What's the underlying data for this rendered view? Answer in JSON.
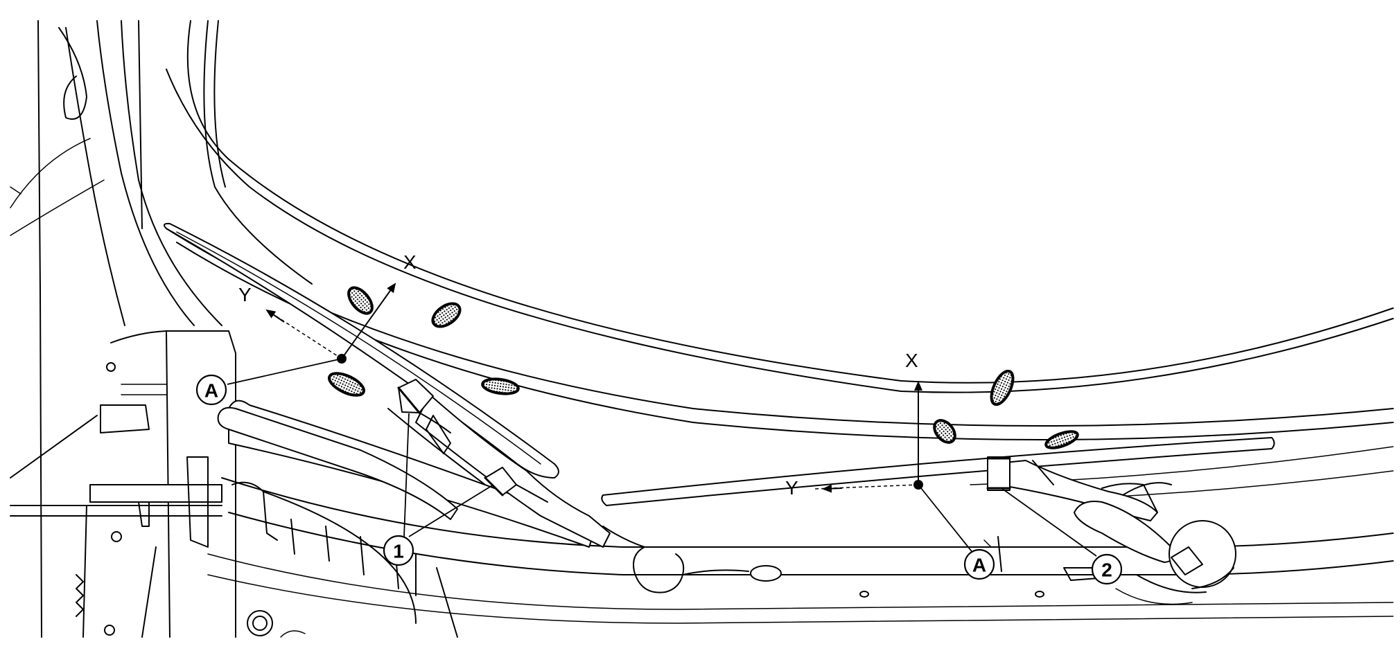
{
  "labels": {
    "left_x": "X",
    "left_y": "Y",
    "right_x": "X",
    "right_y": "Y"
  },
  "callouts": {
    "left_a": "A",
    "right_a": "A",
    "part_1": "1",
    "part_2": "2"
  }
}
